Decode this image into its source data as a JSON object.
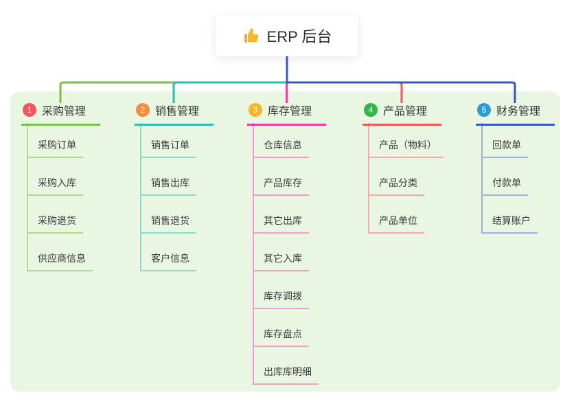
{
  "root": {
    "title": "ERP 后台",
    "icon": "thumbs-up-icon",
    "icon_color": "#f5b82e"
  },
  "panel_color": "#e8f6e2",
  "root_link_color": "#4254c6",
  "branches": [
    {
      "badge": "1",
      "label": "采购管理",
      "badge_color": "#f2565f",
      "line_color": "#7cbe4b",
      "light_color": "#aed98e",
      "children": [
        "采购订单",
        "采购入库",
        "采购退货",
        "供应商信息"
      ]
    },
    {
      "badge": "2",
      "label": "销售管理",
      "badge_color": "#f98b3d",
      "line_color": "#29bfae",
      "light_color": "#8fd9cf",
      "children": [
        "销售订单",
        "销售出库",
        "销售退货",
        "客户信息"
      ]
    },
    {
      "badge": "3",
      "label": "库存管理",
      "badge_color": "#f8b52c",
      "line_color": "#ec3e95",
      "light_color": "#f49bcb",
      "children": [
        "仓库信息",
        "产品库存",
        "其它出库",
        "其它入库",
        "库存调拨",
        "库存盘点",
        "出库库明细"
      ]
    },
    {
      "badge": "4",
      "label": "产品管理",
      "badge_color": "#34b44a",
      "line_color": "#f0545c",
      "light_color": "#f8a8ac",
      "children": [
        "产品（物料）",
        "产品分类",
        "产品单位"
      ]
    },
    {
      "badge": "5",
      "label": "财务管理",
      "badge_color": "#2e9bd6",
      "line_color": "#3d53c4",
      "light_color": "#9faee0",
      "children": [
        "回款单",
        "付款单",
        "结算账户"
      ]
    }
  ]
}
